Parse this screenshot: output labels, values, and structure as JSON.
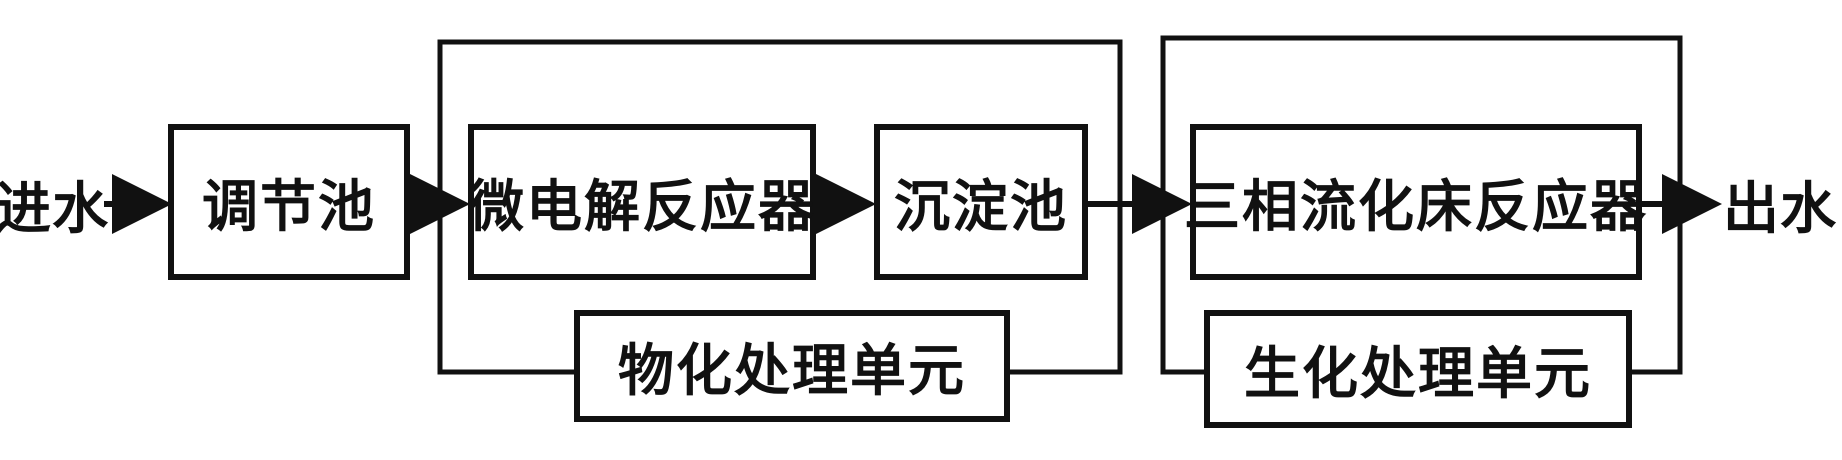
{
  "inlet": "进水",
  "outlet": "出水",
  "regulating_tank": "调节池",
  "micro_electrolysis_reactor": "微电解反应器",
  "sedimentation_tank": "沉淀池",
  "three_phase_fluidized_bed_reactor": "三相流化床反应器",
  "physicochemical_unit": "物化处理单元",
  "biochemical_unit": "生化处理单元",
  "line_color": "#111111"
}
